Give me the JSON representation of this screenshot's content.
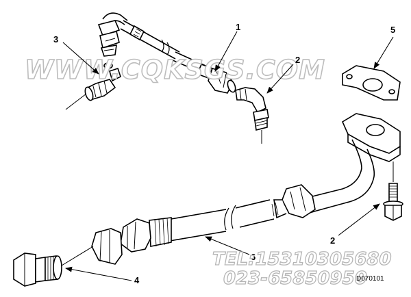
{
  "callouts": [
    {
      "id": "1",
      "label": "1"
    },
    {
      "id": "2a",
      "label": "2"
    },
    {
      "id": "2b",
      "label": "2"
    },
    {
      "id": "3",
      "label": "3"
    },
    {
      "id": "4",
      "label": "4"
    },
    {
      "id": "5",
      "label": "5"
    },
    {
      "id": "6",
      "label": "6"
    }
  ],
  "watermark": {
    "website": "WWW.CQKSGS.COM",
    "tel_line": "TEL:15310305680",
    "phone_line": "023-65850950"
  },
  "drawing_number": "D070101"
}
